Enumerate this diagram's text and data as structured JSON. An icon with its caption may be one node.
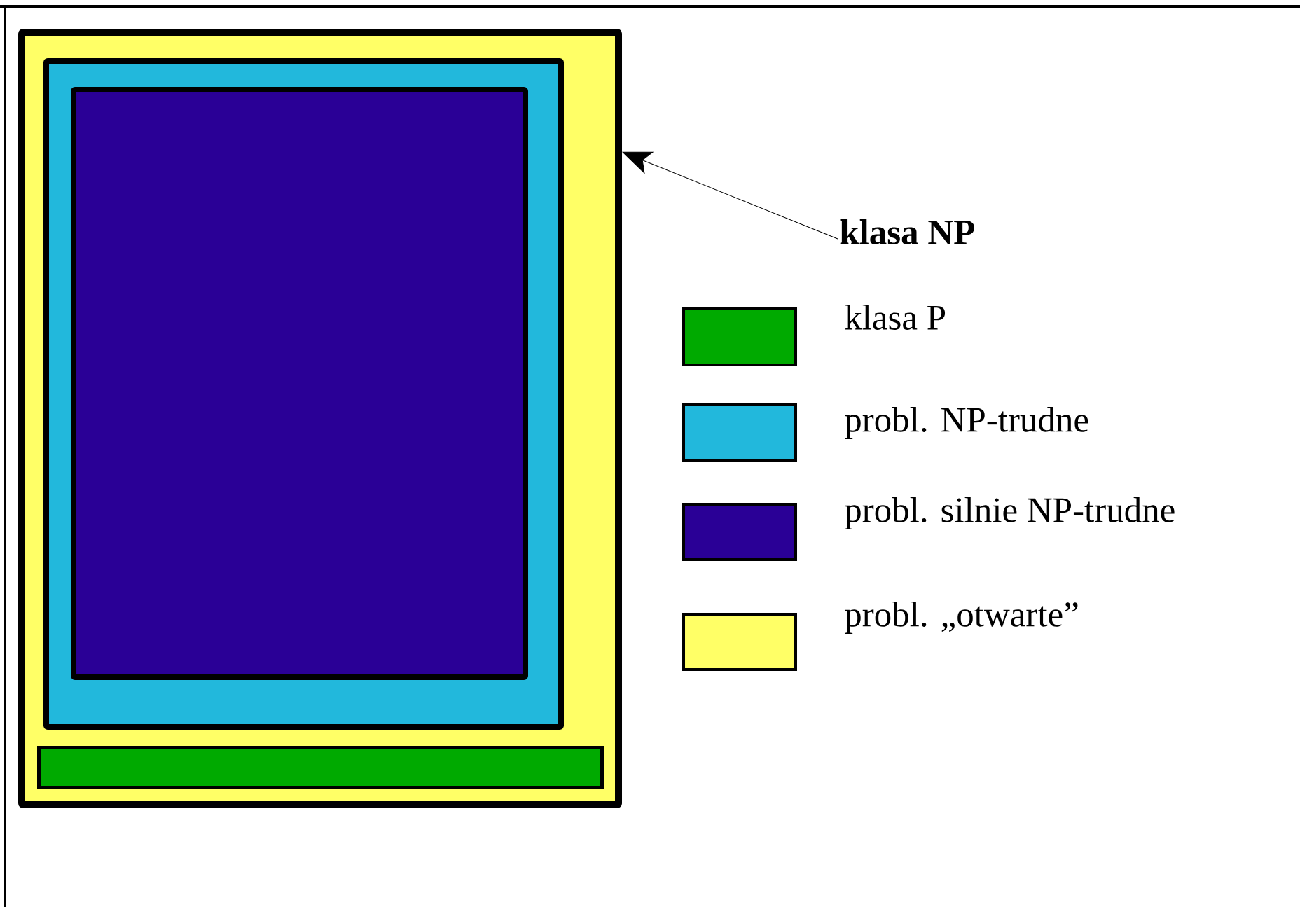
{
  "diagram": {
    "nodes": [
      {
        "text": [],
        "shape": "box"
      },
      {
        "text": [],
        "shape": "box",
        "in": 0
      },
      {
        "text": [],
        "shape": "box",
        "in": 1
      },
      {
        "text": [],
        "shape": "bar",
        "in": 0
      },
      {
        "text": [
          "klasa NP"
        ]
      }
    ],
    "edges": [
      {
        "from": 4,
        "to": 0,
        "arrow": "to"
      }
    ],
    "legend": [
      {
        "text": "klasa P",
        "color": "#00aa00"
      },
      {
        "text": "probl. NP-trudne",
        "color": "#22b8dc"
      },
      {
        "text": "probl. silnie NP-trudne",
        "color": "#2a0096"
      },
      {
        "text": "probl. „otwarte”",
        "color": "#ffff66"
      }
    ]
  }
}
